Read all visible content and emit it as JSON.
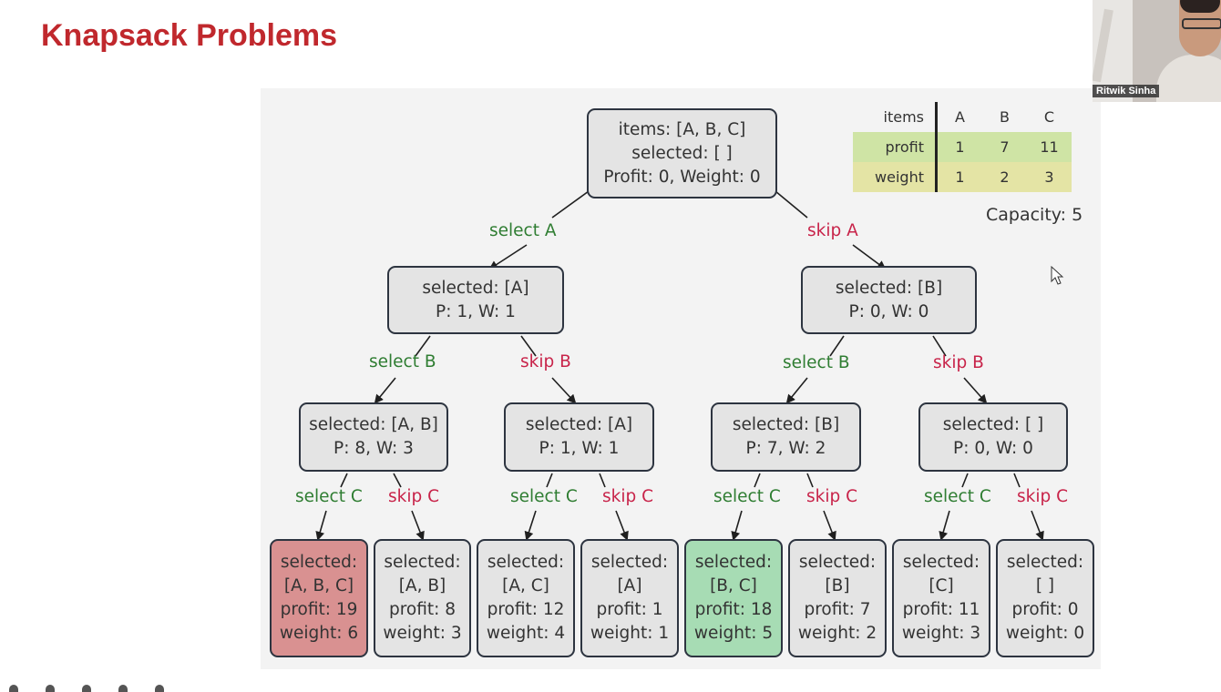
{
  "slide": {
    "title": "Knapsack Problems"
  },
  "table": {
    "header": [
      "items",
      "A",
      "B",
      "C"
    ],
    "rows": [
      {
        "label": "profit",
        "values": [
          "1",
          "7",
          "11"
        ]
      },
      {
        "label": "weight",
        "values": [
          "1",
          "2",
          "3"
        ]
      }
    ],
    "capacity": "Capacity: 5"
  },
  "tree": {
    "root": {
      "lines": [
        "items: [A, B, C]",
        "selected: [ ]",
        "Profit: 0, Weight: 0"
      ]
    },
    "level1": [
      {
        "lines": [
          "selected: [A]",
          "P: 1, W: 1"
        ]
      },
      {
        "lines": [
          "selected: [B]",
          "P: 0, W: 0"
        ]
      }
    ],
    "level2": [
      {
        "lines": [
          "selected: [A, B]",
          "P: 8, W: 3"
        ]
      },
      {
        "lines": [
          "selected: [A]",
          "P: 1, W: 1"
        ]
      },
      {
        "lines": [
          "selected: [B]",
          "P: 7, W: 2"
        ]
      },
      {
        "lines": [
          "selected: [ ]",
          "P: 0, W: 0"
        ]
      }
    ],
    "leaves": [
      {
        "lines": [
          "selected:",
          "[A, B, C]",
          "profit: 19",
          "weight: 6"
        ],
        "status": "over"
      },
      {
        "lines": [
          "selected:",
          "[A, B]",
          "profit: 8",
          "weight: 3"
        ],
        "status": "normal"
      },
      {
        "lines": [
          "selected:",
          "[A, C]",
          "profit: 12",
          "weight: 4"
        ],
        "status": "normal"
      },
      {
        "lines": [
          "selected:",
          "[A]",
          "profit: 1",
          "weight: 1"
        ],
        "status": "normal"
      },
      {
        "lines": [
          "selected:",
          "[B, C]",
          "profit: 18",
          "weight: 5"
        ],
        "status": "best"
      },
      {
        "lines": [
          "selected:",
          "[B]",
          "profit: 7",
          "weight: 2"
        ],
        "status": "normal"
      },
      {
        "lines": [
          "selected:",
          "[C]",
          "profit: 11",
          "weight: 3"
        ],
        "status": "normal"
      },
      {
        "lines": [
          "selected:",
          "[ ]",
          "profit: 0",
          "weight: 0"
        ],
        "status": "normal"
      }
    ],
    "edge_labels": {
      "select_a": "select A",
      "skip_a": "skip A",
      "select_b": "select B",
      "skip_b": "skip B",
      "select_c": "select C",
      "skip_c": "skip C"
    }
  },
  "video": {
    "participant_name": "Ritwik Sinha"
  },
  "colors": {
    "title": "#c0282d",
    "select_edge": "#2f7d32",
    "skip_edge": "#c8244a",
    "over_capacity": "#d99191",
    "optimal": "#a7dcb4",
    "node": "#e4e4e4"
  }
}
